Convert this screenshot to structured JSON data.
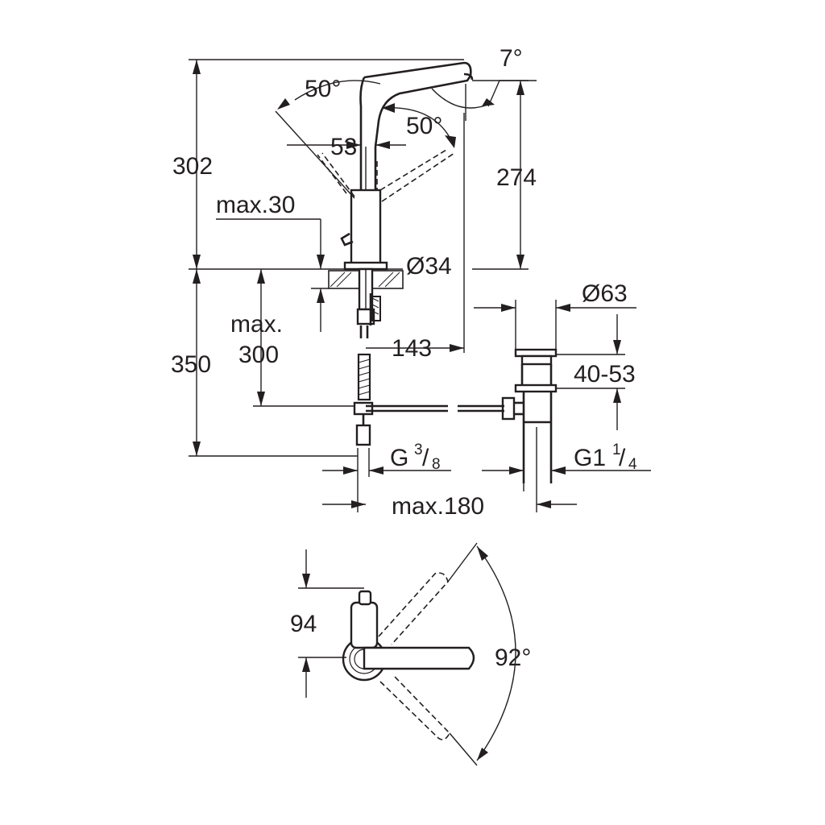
{
  "dimensions": {
    "angle_spout_left": "50°",
    "angle_spout_right": "50°",
    "angle_tilt": "7°",
    "overall_height": "302",
    "spout_height": "274",
    "handle_offset": "53",
    "deck_thickness": "max.30",
    "base_diameter": "Ø34",
    "waste_diameter": "Ø63",
    "spout_reach": "143",
    "below_deck_height": "350",
    "hose_length_label": "max.",
    "hose_length_value": "300",
    "waste_range": "40-53",
    "inlet_thread_main": "G",
    "inlet_thread_num": "3",
    "inlet_thread_den": "8",
    "waste_thread_main": "G1",
    "waste_thread_num": "1",
    "waste_thread_den": "4",
    "rod_length": "max.180",
    "plan_offset": "94",
    "swivel_angle": "92°"
  }
}
